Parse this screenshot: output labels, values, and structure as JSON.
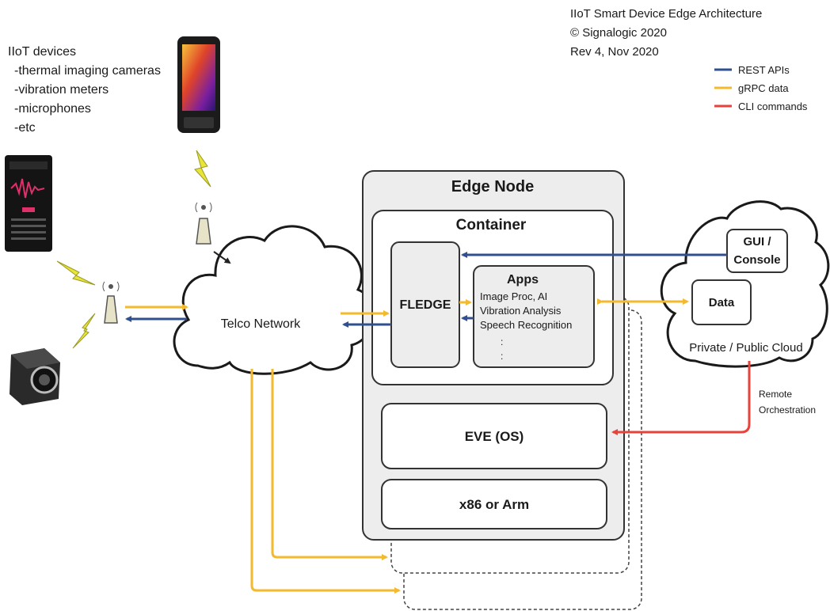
{
  "header": {
    "title_line1": "IIoT Smart Device Edge Architecture",
    "title_line2": "© Signalogic 2020",
    "title_line3": "Rev 4, Nov 2020"
  },
  "legend": {
    "items": [
      {
        "label": "REST APIs",
        "color": "#2f4f8f"
      },
      {
        "label": "gRPC data",
        "color": "#f5b92e"
      },
      {
        "label": "CLI commands",
        "color": "#e8433b"
      }
    ]
  },
  "devices": {
    "heading": "IIoT devices",
    "items": [
      "-thermal imaging cameras",
      "-vibration meters",
      "-microphones",
      "-etc"
    ]
  },
  "network": {
    "label": "Telco Network"
  },
  "edge_node": {
    "label": "Edge Node",
    "container": {
      "label": "Container",
      "fledge": "FLEDGE",
      "apps": {
        "label": "Apps",
        "items": [
          "Image Proc, AI",
          "Vibration Analysis",
          "Speech Recognition",
          ":",
          ":"
        ]
      }
    },
    "os": "EVE (OS)",
    "hardware": "x86 or Arm"
  },
  "cloud": {
    "label": "Private / Public Cloud",
    "gui": "GUI /",
    "gui2": "Console",
    "data": "Data"
  },
  "orchestration": {
    "line1": "Remote",
    "line2": "Orchestration"
  },
  "colors": {
    "rest": "#2f4f8f",
    "grpc": "#f5b92e",
    "cli": "#e8433b",
    "lightning": "#e8e43a"
  }
}
